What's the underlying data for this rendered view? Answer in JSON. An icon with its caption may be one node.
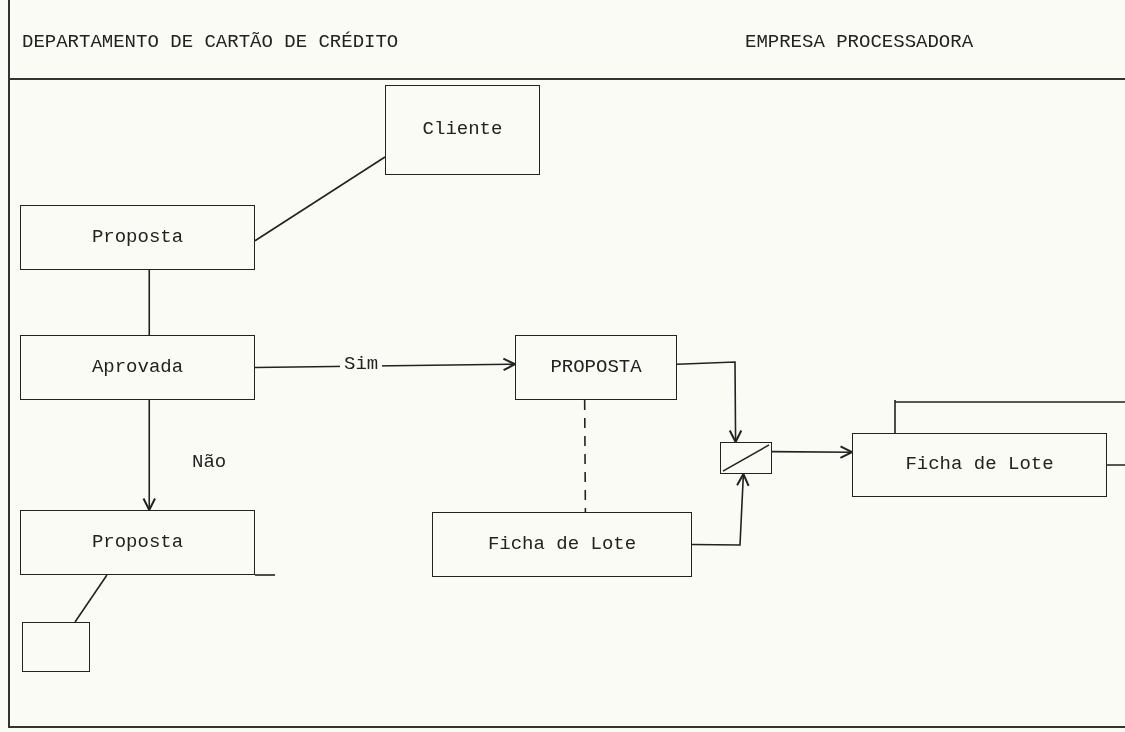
{
  "diagram": {
    "nodes": [
      {
        "text": [
          "Cliente"
        ]
      },
      {
        "text": [
          "Proposta"
        ]
      },
      {
        "text": [
          "Aprovada"
        ]
      },
      {
        "text": [
          "PROPOSTA"
        ]
      },
      {
        "text": [
          "Proposta"
        ]
      },
      {
        "text": [],
        "shape": "box"
      },
      {
        "text": [
          "Ficha de Lote"
        ]
      },
      {
        "text": [],
        "shape": "box"
      },
      {
        "text": [
          "Ficha de Lote"
        ]
      }
    ],
    "edges": [
      {
        "from": 1,
        "to": 0,
        "arrow": "none"
      },
      {
        "from": 1,
        "to": 2,
        "arrow": "none"
      },
      {
        "from": 2,
        "to": 3,
        "arrow": "to",
        "label": "Sim"
      },
      {
        "from": 2,
        "to": 4,
        "arrow": "to",
        "label": "Não"
      },
      {
        "from": 4,
        "to": 5,
        "arrow": "none"
      },
      {
        "from": 3,
        "to": 7,
        "arrow": "to"
      },
      {
        "from": 3,
        "to": 6,
        "arrow": "none",
        "style": "dashed"
      },
      {
        "from": 6,
        "to": 7,
        "arrow": "to"
      },
      {
        "from": 7,
        "to": 8,
        "arrow": "to"
      }
    ],
    "labels": [
      "DEPARTAMENTO DE CARTÃO DE CRÉDITO",
      "EMPRESA PROCESSADORA"
    ]
  }
}
